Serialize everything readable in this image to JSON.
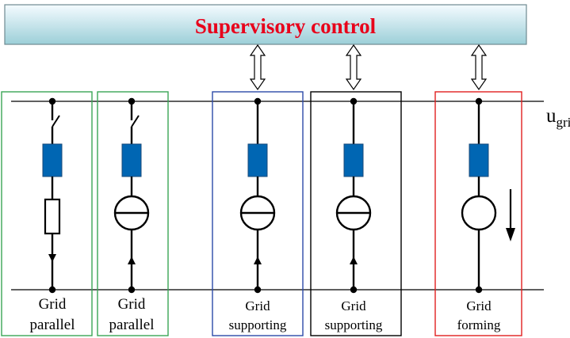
{
  "supervisory": {
    "title": "Supervisory control",
    "fill_top": "#f4fbff",
    "fill_bottom": "#9ccfd8",
    "title_color": "#e8001a"
  },
  "bus": {
    "label_main": "u",
    "label_sub": "grid"
  },
  "units": [
    {
      "line1": "Grid",
      "line2": "parallel",
      "border_color": "#3aa655",
      "source": "fuse",
      "switch": true,
      "arrow": "down",
      "link": false
    },
    {
      "line1": "Grid",
      "line2": "parallel",
      "border_color": "#3aa655",
      "source": "current",
      "switch": true,
      "arrow": "up",
      "link": false
    },
    {
      "line1": "Grid",
      "line2": "supporting",
      "border_color": "#2c4aa8",
      "source": "current",
      "switch": false,
      "arrow": "up",
      "link": true
    },
    {
      "line1": "Grid",
      "line2": "supporting",
      "border_color": "#000000",
      "source": "current",
      "switch": false,
      "arrow": "up",
      "link": true
    },
    {
      "line1": "Grid",
      "line2": "forming",
      "border_color": "#e02020",
      "source": "voltage",
      "switch": false,
      "arrow": "none",
      "link": true
    }
  ],
  "colors": {
    "impedance": "#0066b3",
    "impedance_border": "#1a4a7a"
  }
}
